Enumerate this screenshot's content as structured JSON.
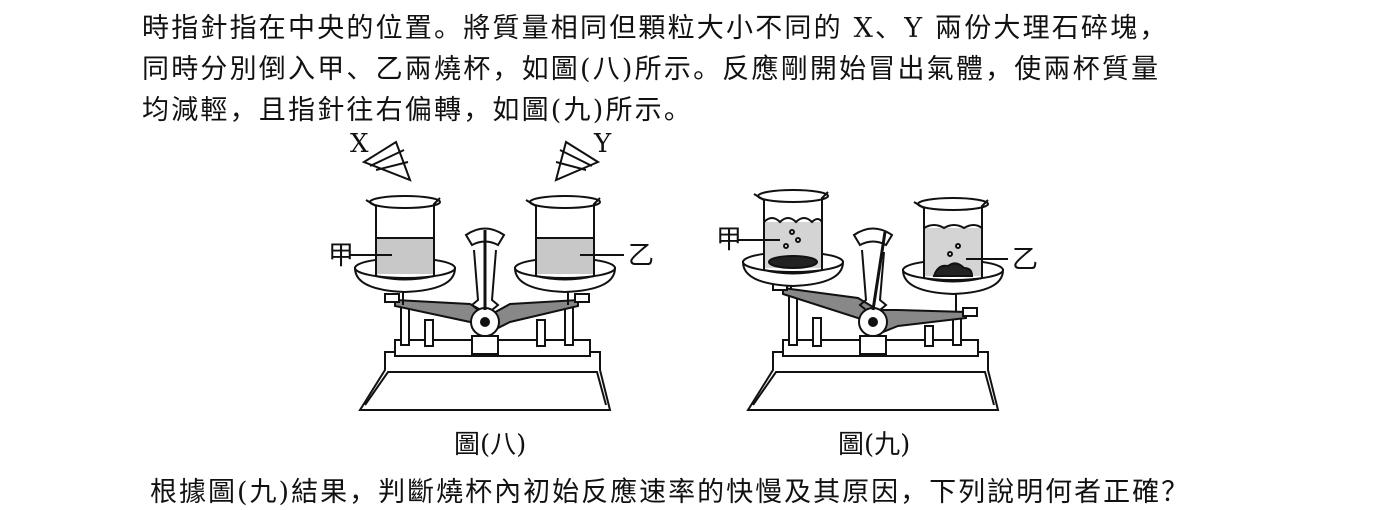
{
  "text": {
    "line1": "時指針指在中央的位置。將質量相同但顆粒大小不同的 X、Y 兩份大理石碎塊，",
    "line2": "同時分別倒入甲、乙兩燒杯，如圖(八)所示。反應剛開始冒出氣體，使兩杯質量",
    "line3": "均減輕，且指針往右偏轉，如圖(九)所示。",
    "question": "根據圖(九)結果，判斷燒杯內初始反應速率的快慢及其原因，下列說明何者正確？"
  },
  "figure8": {
    "caption": "圖(八)",
    "label_x": "X",
    "label_y": "Y",
    "left_beaker": "甲",
    "right_beaker": "乙"
  },
  "figure9": {
    "caption": "圖(九)",
    "left_beaker": "甲",
    "right_beaker": "乙"
  }
}
